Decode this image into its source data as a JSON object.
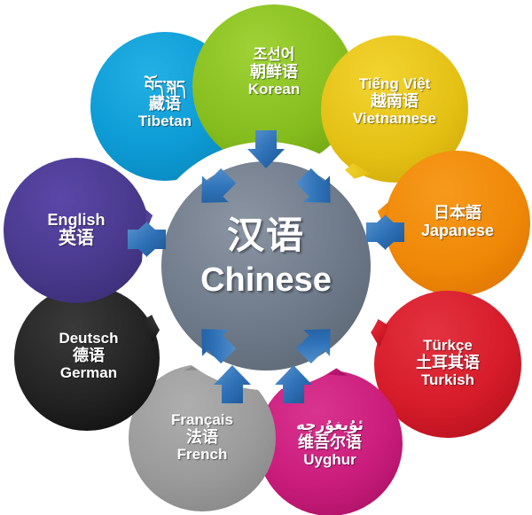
{
  "diagram": {
    "title": "Chinese language relations wheel",
    "center": {
      "zh": "汉语",
      "en": "Chinese",
      "color": "#6e7a8a"
    },
    "petals": [
      {
        "id": "korean",
        "name": "Korean",
        "native": "조선어",
        "zh": "朝鲜语",
        "en": "Korean",
        "color": "#8cc321",
        "color_dark": "#6fa311",
        "arrow": "single",
        "angle": 270
      },
      {
        "id": "vietnamese",
        "name": "Vietnamese",
        "native": "Tiếng Việt",
        "zh": "越南语",
        "en": "Vietnamese",
        "color": "#e8c419",
        "color_dark": "#d2a908",
        "arrow": "single",
        "angle": 315
      },
      {
        "id": "japanese",
        "name": "Japanese",
        "native": "日本語",
        "zh": "",
        "en": "Japanese",
        "color": "#ef8a09",
        "color_dark": "#d87405",
        "arrow": "double",
        "angle": 0
      },
      {
        "id": "turkish",
        "name": "Turkish",
        "native": "Türkçe",
        "zh": "土耳其语",
        "en": "Turkish",
        "color": "#d91d29",
        "color_dark": "#b3121c",
        "arrow": "single",
        "angle": 45
      },
      {
        "id": "uyghur",
        "name": "Uyghur",
        "native": "ئۇيغۇرچە",
        "zh": "维吾尔语",
        "en": "Uyghur",
        "color": "#cc1d7d",
        "color_dark": "#ab0f65",
        "arrow": "single",
        "angle": 90
      },
      {
        "id": "french",
        "name": "French",
        "native": "Français",
        "zh": "法语",
        "en": "French",
        "color": "#9d9d9d",
        "color_dark": "#848484",
        "arrow": "single",
        "angle": 135
      },
      {
        "id": "german",
        "name": "German",
        "native": "Deutsch",
        "zh": "德语",
        "en": "German",
        "color": "#232323",
        "color_dark": "#0d0d0d",
        "arrow": "single",
        "angle": 180
      },
      {
        "id": "english",
        "name": "English",
        "native": "English",
        "zh": "英语",
        "en": "",
        "color": "#4b3b8f",
        "color_dark": "#3a2c73",
        "arrow": "double",
        "angle": 180
      },
      {
        "id": "tibetan",
        "name": "Tibetan",
        "native": "བོད་སྐད",
        "zh": "藏语",
        "en": "Tibetan",
        "color": "#0f9fd8",
        "color_dark": "#0a85b8",
        "arrow": "single",
        "angle": 225
      }
    ],
    "arrow_color": "#2f72b8",
    "arrow_color_dark": "#1d5a9c",
    "background": "#ffffff"
  }
}
